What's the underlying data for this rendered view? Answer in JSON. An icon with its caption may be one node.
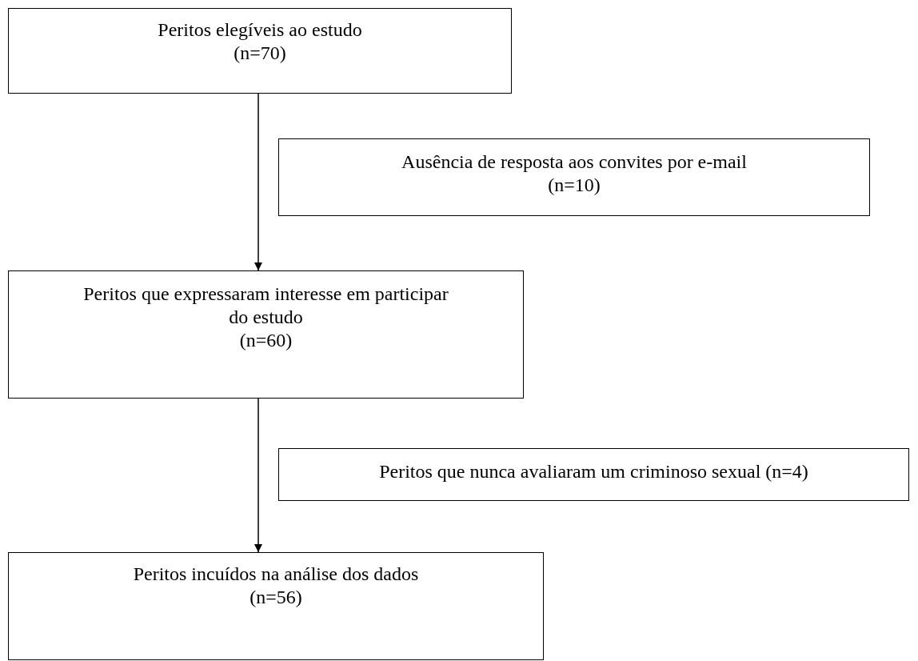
{
  "diagram": {
    "nodes": [
      {
        "text": [
          "Peritos elegíveis ao estudo",
          "(n=70)"
        ]
      },
      {
        "text": [
          "Ausência de resposta aos convites por e-mail",
          "(n=10)"
        ]
      },
      {
        "text": [
          "Peritos que expressaram interesse em participar do estudo",
          "(n=60)"
        ]
      },
      {
        "text": [
          "Peritos que nunca avaliaram um criminoso sexual (n=4)"
        ]
      },
      {
        "text": [
          "Peritos incuídos na análise dos dados",
          "(n=56)"
        ]
      }
    ],
    "edges": [
      {
        "from": 0,
        "to": 2,
        "arrow": "to"
      },
      {
        "from": 2,
        "to": 4,
        "arrow": "to"
      }
    ]
  }
}
